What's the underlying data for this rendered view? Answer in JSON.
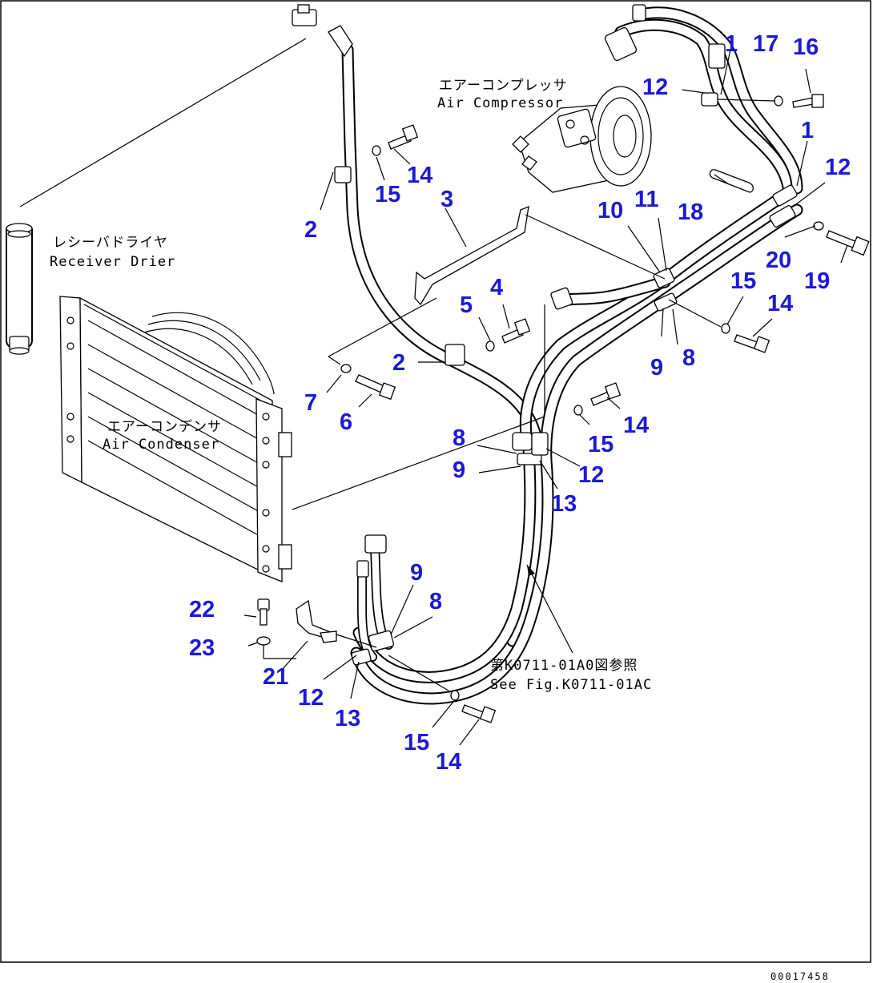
{
  "callouts": {
    "n1a": "1",
    "n17": "17",
    "n16": "16",
    "n12a": "12",
    "n1b": "1",
    "n12b": "12",
    "n18": "18",
    "n10": "10",
    "n11": "11",
    "n20": "20",
    "n19": "19",
    "n15a": "15",
    "n14a": "14",
    "n9a": "9",
    "n8a": "8",
    "n3": "3",
    "n14b": "14",
    "n15b": "15",
    "n2a": "2",
    "n4": "4",
    "n5": "5",
    "n2b": "2",
    "n7": "7",
    "n6": "6",
    "n14c": "14",
    "n15c": "15",
    "n8b": "8",
    "n9b": "9",
    "n12c": "12",
    "n13a": "13",
    "n9c": "9",
    "n8c": "8",
    "n22": "22",
    "n23": "23",
    "n21": "21",
    "n12d": "12",
    "n13b": "13",
    "n15d": "15",
    "n14d": "14"
  },
  "labels": {
    "compressor_jp": "エアーコンプレッサ",
    "compressor_en": "Air Compressor",
    "drier_jp": "レシーバドライヤ",
    "drier_en": "Receiver Drier",
    "condenser_jp": "エアーコンデンサ",
    "condenser_en": "Air Condenser",
    "ref_jp": "第K0711-01A0図参照",
    "ref_en": "See Fig.K0711-01AC"
  },
  "drawing_code": "00017458"
}
